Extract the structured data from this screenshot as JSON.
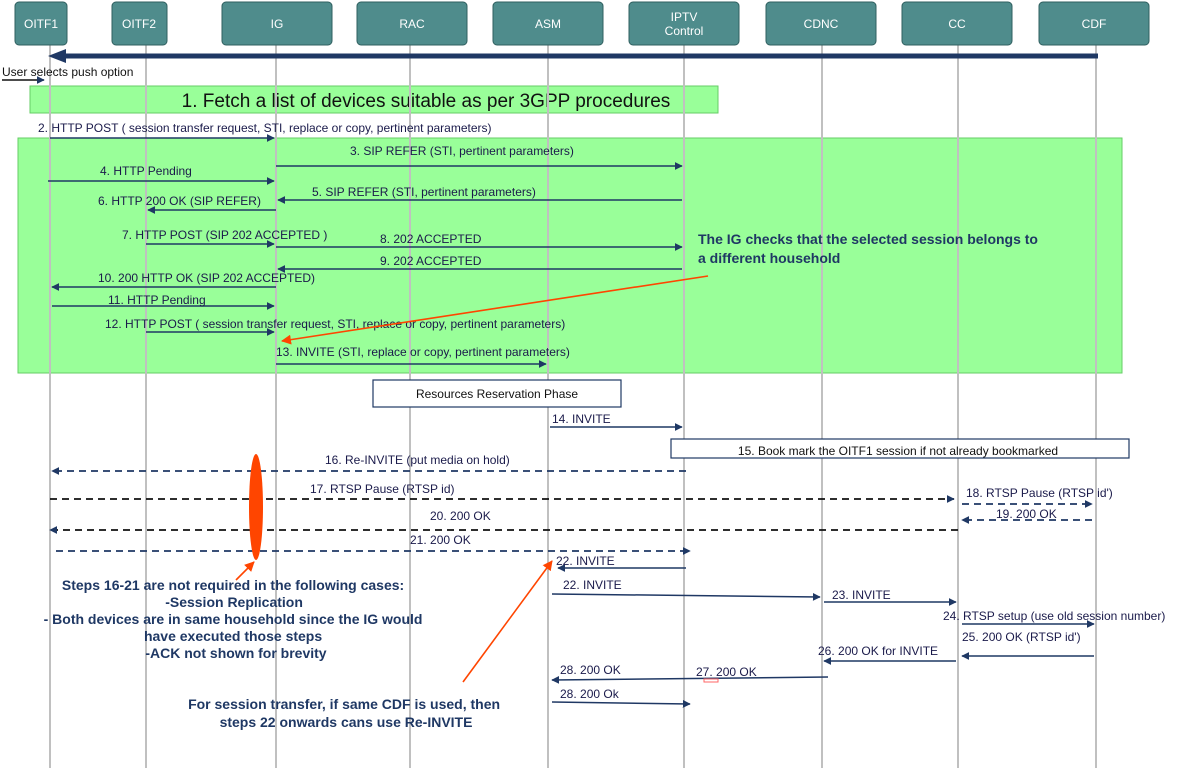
{
  "entities": [
    "OITF1",
    "OITF2",
    "IG",
    "RAC",
    "ASM",
    "IPTV Control",
    "CDNC",
    "CC",
    "CDF"
  ],
  "top_note": "User selects push option",
  "phase1_title": "1. Fetch a list of devices suitable as per 3GPP procedures",
  "messages": [
    "2. HTTP POST ( session transfer request, STI, replace or copy, pertinent parameters)",
    "3. SIP REFER (STI, pertinent parameters)",
    "4. HTTP Pending",
    "5. SIP REFER (STI, pertinent parameters)",
    "6. HTTP 200 OK (SIP REFER)",
    "7. HTTP POST (SIP 202 ACCEPTED )",
    "8. 202 ACCEPTED",
    "9. 202 ACCEPTED",
    "10. 200 HTTP OK (SIP 202 ACCEPTED)",
    "11. HTTP Pending",
    "12. HTTP POST ( session transfer request, STI, replace or copy, pertinent parameters)",
    "13. INVITE (STI, replace or copy, pertinent parameters)",
    "14. INVITE",
    "16. Re-INVITE (put media on hold)",
    "17. RTSP Pause (RTSP id)",
    "18. RTSP Pause (RTSP id')",
    "19. 200 OK",
    "20. 200 OK",
    "21. 200 OK",
    "22. INVITE",
    "22. INVITE",
    "23. INVITE",
    "24. RTSP setup (use old session number)",
    "25. 200 OK (RTSP id')",
    "26. 200 OK for INVITE",
    "27. 200 OK",
    "28. 200 OK",
    "28. 200 Ok"
  ],
  "resources_phase": "Resources Reservation Phase",
  "bookmark_note": "15. Book  mark the OITF1 session if not already bookmarked",
  "ig_check_note": [
    "The IG checks that the selected session belongs to",
    "a different household"
  ],
  "steps_note": [
    "Steps 16-21 are not required in the following cases:",
    "-Session Replication",
    "- Both devices are in same household since the IG would",
    "have executed those steps",
    "-ACK not shown for brevity"
  ],
  "transfer_note": [
    "For session transfer, if same CDF is used, then",
    "steps 22 onwards cans use Re-INVITE"
  ],
  "colors": {
    "entity_fill": "#4f8c8c",
    "lifeline": "#c0c0c0",
    "phase_green": "#99ff99",
    "arrow": "#1f3864",
    "note_text": "#1f3864",
    "highlight": "#ff4500"
  }
}
